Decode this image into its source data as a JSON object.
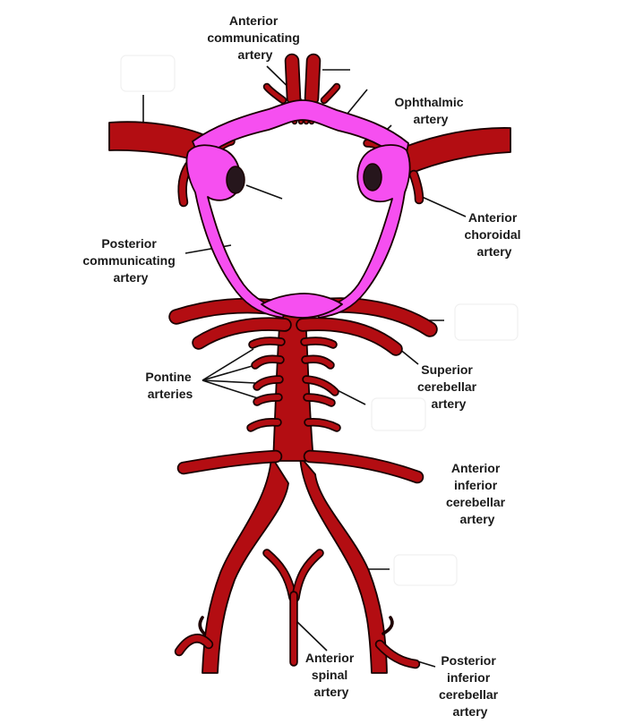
{
  "colors": {
    "artery": "#b30d12",
    "outline": "#1a0000",
    "circle": "#f64ff0",
    "eye": "#26161c",
    "label": "#1a1a1a"
  },
  "labels": {
    "anterior_communicating": [
      "Anterior",
      "communicating",
      "artery"
    ],
    "ophthalmic": [
      "Ophthalmic",
      "artery"
    ],
    "anterior_choroidal": [
      "Anterior",
      "choroidal",
      "artery"
    ],
    "posterior_communicating": [
      "Posterior",
      "communicating",
      "artery"
    ],
    "pontine": [
      "Pontine",
      "arteries"
    ],
    "superior_cerebellar": [
      "Superior",
      "cerebellar",
      "artery"
    ],
    "anterior_inferior_cerebellar": [
      "Anterior",
      "inferior",
      "cerebellar",
      "artery"
    ],
    "anterior_spinal": [
      "Anterior",
      "spinal",
      "artery"
    ],
    "posterior_inferior_cerebellar": [
      "Posterior",
      "inferior",
      "cerebellar",
      "artery"
    ]
  }
}
